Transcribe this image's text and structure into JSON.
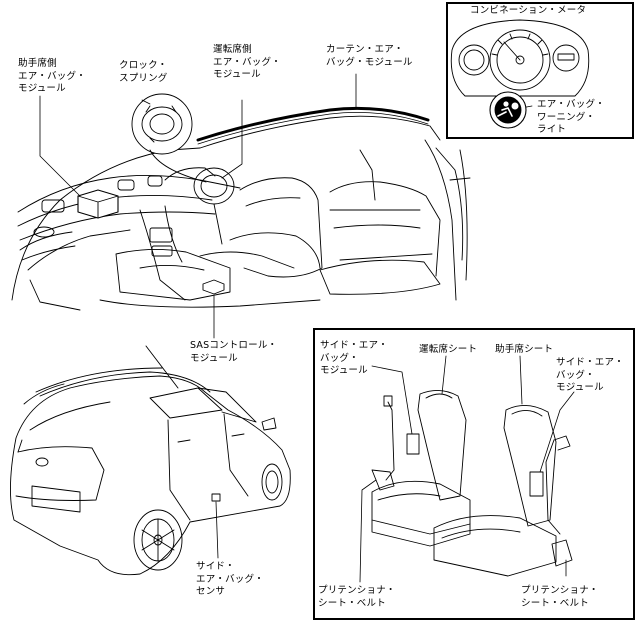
{
  "labels": {
    "passenger_airbag": "助手席側\nエア・バッグ・\nモジュール",
    "clock_spring": "クロック・\nスプリング",
    "driver_airbag": "運転席側\nエア・バッグ・\nモジュール",
    "curtain_airbag": "カーテン・エア・\nバッグ・モジュール",
    "combination_meter": "コンビネーション・メータ",
    "warning_light": "エア・バッグ・\nワーニング・\nライト",
    "sas_control": "SASコントロール・\nモジュール",
    "side_sensor": "サイド・\nエア・バッグ・\nセンサ",
    "side_airbag_driver": "サイド・エア・\nバッグ・\nモジュール",
    "driver_seat": "運転席シート",
    "passenger_seat": "助手席シート",
    "side_airbag_passenger": "サイド・エア・\nバッグ・\nモジュール",
    "pretensioner_left": "プリテンショナ・\nシート・ベルト",
    "pretensioner_right": "プリテンショナ・\nシート・ベルト"
  }
}
